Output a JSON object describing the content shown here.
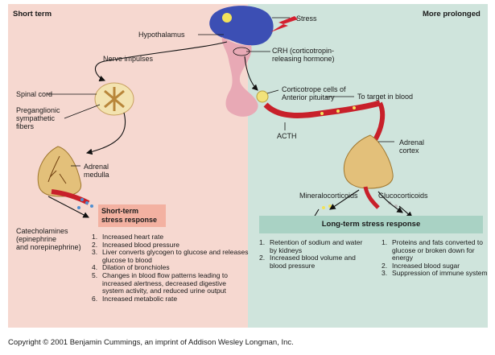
{
  "headers": {
    "short_term": "Short term",
    "more_prolonged": "More prolonged"
  },
  "labels": {
    "stress": "Stress",
    "hypothalamus": "Hypothalamus",
    "nerve_impulses": "Nerve impulses",
    "crh": "CRH (corticotropin-\nreleasing hormone)",
    "spinal_cord": "Spinal cord",
    "preganglionic": "Preganglionic\nsympathetic\nfibers",
    "corticotrope": "Corticotrope cells of\nAnterior pituitary",
    "to_target": "To target in blood",
    "acth": "ACTH",
    "adrenal_cortex": "Adrenal\ncortex",
    "adrenal_medulla": "Adrenal\nmedulla",
    "mineralocorticoids": "Mineralocorticoids",
    "glucocorticoids": "Glucocorticoids",
    "catecholamines": "Catecholamines\n(epinephrine\nand norepinephrine)"
  },
  "short_term_box": "Short-term\nstress response",
  "long_term_box": "Long-term stress response",
  "short_term_list": [
    "Increased heart rate",
    "Increased blood pressure",
    "Liver converts glycogen to glucose and releases glucose to blood",
    "Dilation of bronchioles",
    "Changes in blood flow patterns leading to increased alertness, decreased digestive system activity, and reduced urine output",
    "Increased metabolic rate"
  ],
  "mineralo_list": [
    "Retention of sodium and water by kidneys",
    "Increased blood volume and blood pressure"
  ],
  "gluco_list": [
    "Proteins and fats converted to glucose or broken down for energy",
    "Increased blood sugar",
    "Suppression of immune system"
  ],
  "copyright": "Copyright © 2001 Benjamin Cummings, an imprint of Addison Wesley Longman, Inc.",
  "colors": {
    "short_panel": "#f6d8d0",
    "long_panel": "#cfe4dc",
    "short_box": "#f3b1a1",
    "long_box": "#a9d2c4",
    "blood": "#c8202a",
    "brain_blue": "#3c4fb4",
    "tissue": "#e8a9b5",
    "gland": "#e3c07a"
  }
}
